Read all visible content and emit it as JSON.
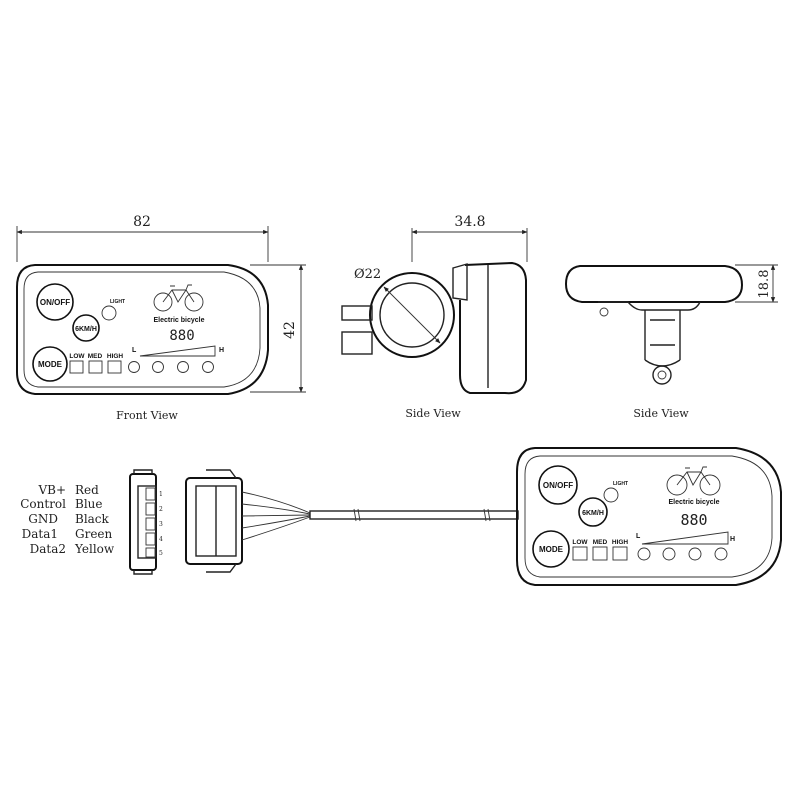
{
  "dimensions": {
    "width": "82",
    "height": "42",
    "clamp_diameter": "Ø22",
    "side_depth": "34.8",
    "side_height": "18.8"
  },
  "views": {
    "front": "Front View",
    "side1": "Side View",
    "side2": "Side View"
  },
  "panel": {
    "on_off": "ON/OFF",
    "light": "LIGHT",
    "walk": "6KM/H",
    "mode": "MODE",
    "brand": "Electric bicycle",
    "digits": "880",
    "levels": [
      "LOW",
      "MED",
      "HIGH"
    ],
    "bar_low": "L",
    "bar_high": "H"
  },
  "wiring": [
    {
      "signal": "VB+",
      "color": "Red",
      "pin": "1"
    },
    {
      "signal": "Control",
      "color": "Blue",
      "pin": "2"
    },
    {
      "signal": "GND",
      "color": "Black",
      "pin": "3"
    },
    {
      "signal": "Data1",
      "color": "Green",
      "pin": "4"
    },
    {
      "signal": "Data2",
      "color": "Yellow",
      "pin": "5"
    }
  ]
}
